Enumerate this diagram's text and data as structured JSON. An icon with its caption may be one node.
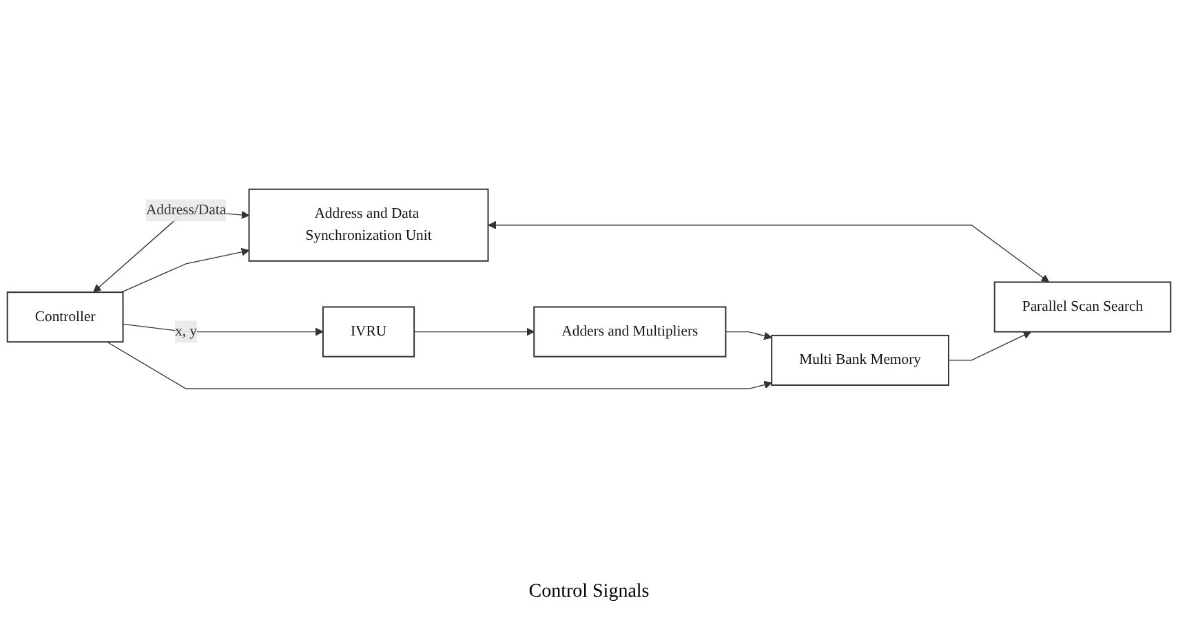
{
  "diagram": {
    "nodes": [
      {
        "text": [
          "Controller"
        ]
      },
      {
        "text": [
          "IVRU"
        ]
      },
      {
        "text": [
          "Adders and Multipliers"
        ]
      },
      {
        "text": [
          "Multi Bank Memory"
        ]
      },
      {
        "text": [
          "Address and Data Synchronization Unit"
        ]
      },
      {
        "text": [
          "Parallel Scan Search"
        ]
      }
    ],
    "edges": [
      {
        "from": 0,
        "to": 1,
        "arrow": "to",
        "label": "x, y"
      },
      {
        "from": 1,
        "to": 2,
        "arrow": "to"
      },
      {
        "from": 2,
        "to": 3,
        "arrow": "to"
      },
      {
        "from": 0,
        "to": 4,
        "arrow": "both",
        "label": "Address/Data"
      },
      {
        "from": 0,
        "to": 4,
        "arrow": "to"
      },
      {
        "from": 4,
        "to": 5,
        "arrow": "both"
      },
      {
        "from": 0,
        "to": 3,
        "arrow": "to"
      },
      {
        "from": 3,
        "to": 5,
        "arrow": "to"
      }
    ],
    "labels": [
      "Control Signals"
    ]
  }
}
